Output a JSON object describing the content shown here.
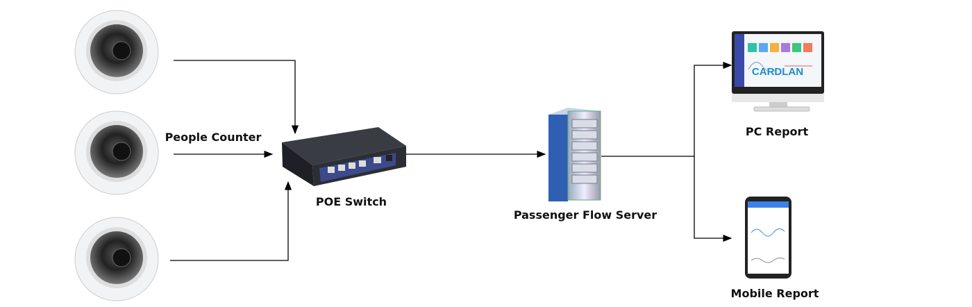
{
  "labels": {
    "people_counter": "People Counter",
    "poe_switch": "POE Switch",
    "server": "Passenger Flow Server",
    "pc_report": "PC Report",
    "mobile_report": "Mobile Report"
  },
  "logo": "CARDLAN",
  "colors": {
    "line": "#000000",
    "logo": "#1a8fc9",
    "server_blue": "#2f5fb3",
    "switch_body": "#2c2e35"
  }
}
